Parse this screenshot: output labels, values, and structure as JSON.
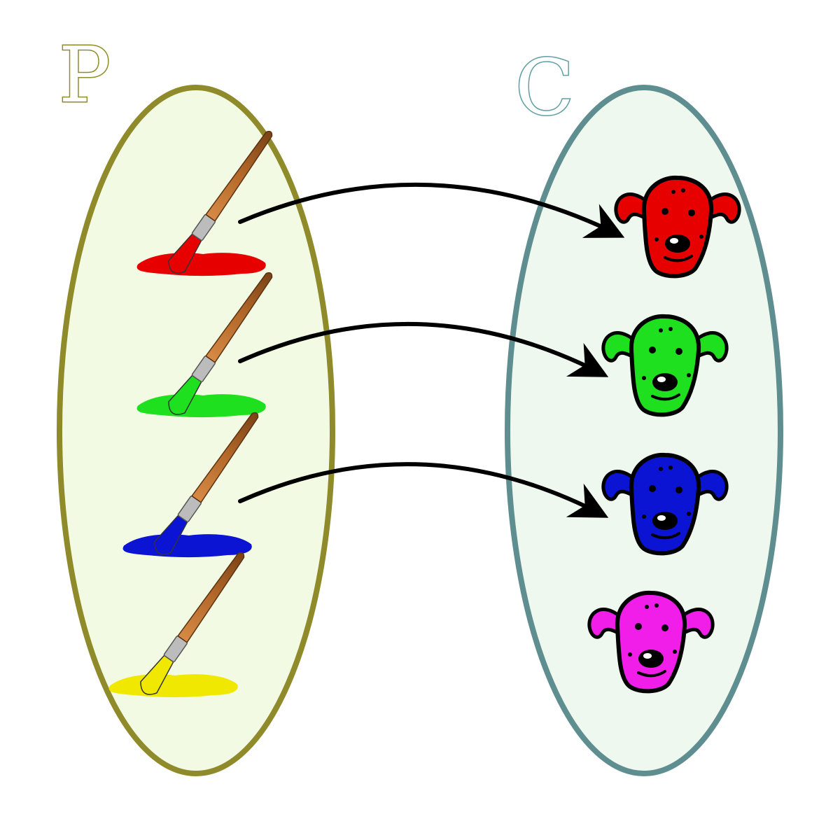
{
  "sets": {
    "domain": {
      "label": "P",
      "fill": "#f2fae4",
      "stroke": "#8f8a2a"
    },
    "codomain": {
      "label": "C",
      "fill": "#eef8ee",
      "stroke": "#5f8e91"
    }
  },
  "domain_items": [
    {
      "icon": "paintbrush-icon",
      "paint_color": "#e60000"
    },
    {
      "icon": "paintbrush-icon",
      "paint_color": "#1ee01e"
    },
    {
      "icon": "paintbrush-icon",
      "paint_color": "#0a14d2"
    },
    {
      "icon": "paintbrush-icon",
      "paint_color": "#f0e800"
    }
  ],
  "codomain_items": [
    {
      "icon": "dog-head-icon",
      "color": "#e60000"
    },
    {
      "icon": "dog-head-icon",
      "color": "#1ee01e"
    },
    {
      "icon": "dog-head-icon",
      "color": "#0a14d2"
    },
    {
      "icon": "dog-head-icon",
      "color": "#f01ee8"
    }
  ],
  "mappings": [
    {
      "from": 0,
      "to": 0
    },
    {
      "from": 1,
      "to": 1
    },
    {
      "from": 2,
      "to": 2
    }
  ],
  "colors": {
    "arrow": "#000000",
    "brush_handle": "#b5692a",
    "ferrule": "#bcbcbc"
  }
}
